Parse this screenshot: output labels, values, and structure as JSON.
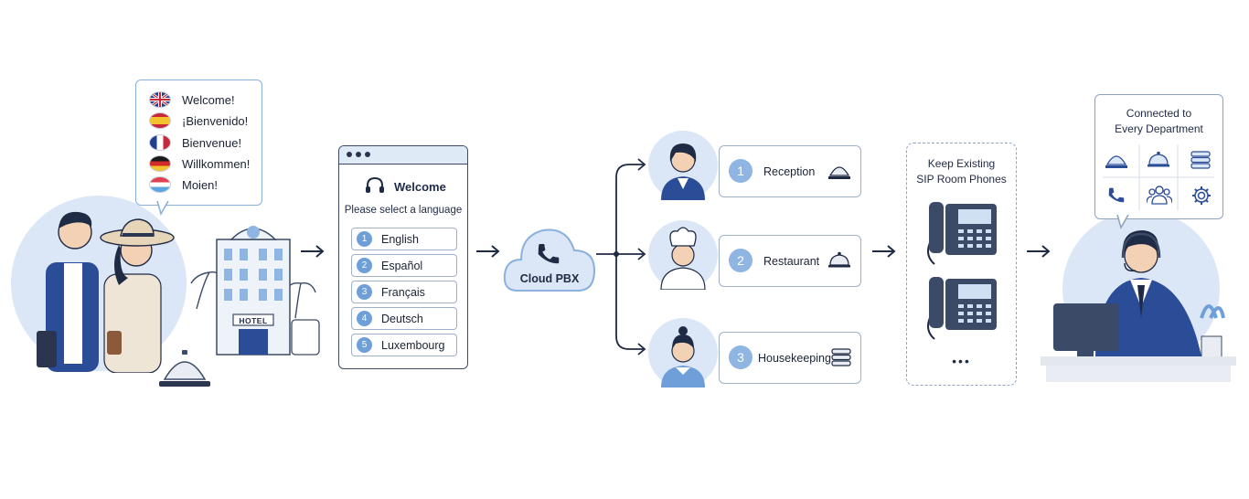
{
  "greetings": [
    {
      "text": "Welcome!",
      "flag": "uk-flag-icon"
    },
    {
      "text": "¡Bienvenido!",
      "flag": "spain-flag-icon"
    },
    {
      "text": "Bienvenue!",
      "flag": "france-flag-icon"
    },
    {
      "text": "Willkommen!",
      "flag": "germany-flag-icon"
    },
    {
      "text": "Moien!",
      "flag": "luxembourg-flag-icon"
    }
  ],
  "hotel_sign": "HOTEL",
  "ivr": {
    "title": "Welcome",
    "subtitle": "Please select a language",
    "options": [
      {
        "num": "1",
        "label": "English"
      },
      {
        "num": "2",
        "label": "Español"
      },
      {
        "num": "3",
        "label": "Français"
      },
      {
        "num": "4",
        "label": "Deutsch"
      },
      {
        "num": "5",
        "label": "Luxembourg"
      }
    ]
  },
  "cloud": {
    "label": "Cloud PBX"
  },
  "departments": [
    {
      "num": "1",
      "label": "Reception",
      "icon": "service-bell-icon",
      "person": "receptionist-avatar"
    },
    {
      "num": "2",
      "label": "Restaurant",
      "icon": "food-cloche-icon",
      "person": "chef-avatar"
    },
    {
      "num": "3",
      "label": "Housekeeping",
      "icon": "towels-stack-icon",
      "person": "housekeeper-avatar"
    }
  ],
  "sip": {
    "line1": "Keep Existing",
    "line2": "SIP Room Phones",
    "more": "•••"
  },
  "connected": {
    "line1": "Connected to",
    "line2": "Every Department",
    "icons": [
      "service-bell-icon",
      "food-cloche-icon",
      "towels-stack-icon",
      "phone-icon",
      "team-icon",
      "gear-icon"
    ]
  },
  "colors": {
    "accent": "#6f9fd8",
    "navy": "#2b3f7a",
    "light_blue": "#dbe7f6",
    "outline": "#3b4a66"
  }
}
